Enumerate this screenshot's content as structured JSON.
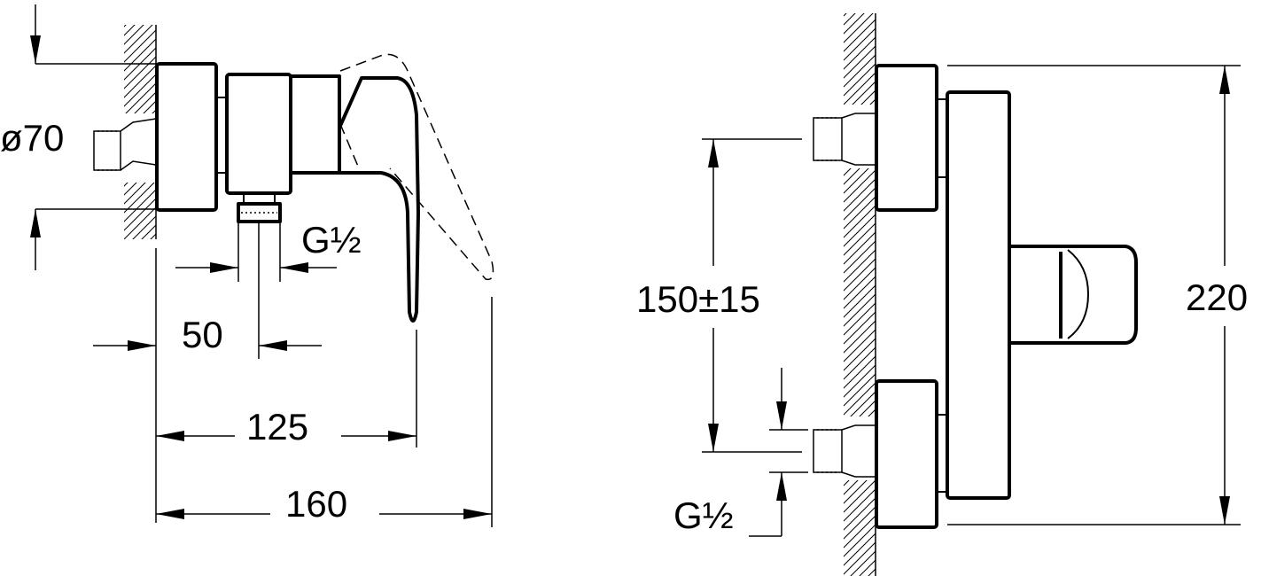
{
  "dimensions": {
    "left_diameter": "ø70",
    "left_thread": "G½",
    "left_depth_small": "50",
    "left_depth_mid": "125",
    "left_depth_total": "160",
    "right_center_distance": "150±15",
    "right_height": "220",
    "right_thread": "G½"
  }
}
